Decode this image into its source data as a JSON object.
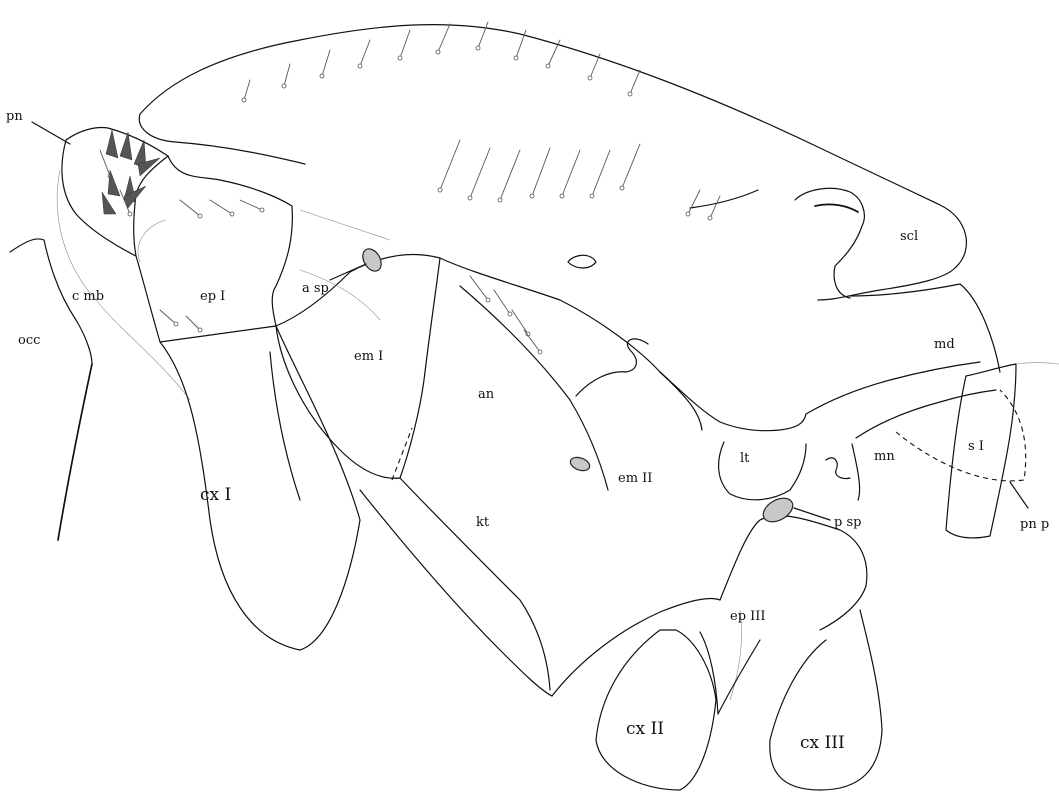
{
  "figure": {
    "labels": {
      "pn": "pn",
      "c_mb": "c mb",
      "occ": "occ",
      "ep_I": "ep I",
      "a_sp": "a sp",
      "em_I": "em I",
      "an": "an",
      "cx_I": "cx I",
      "kt": "kt",
      "em_II": "em II",
      "lt": "lt",
      "p_sp": "p sp",
      "ep_III": "ep III",
      "cx_II": "cx II",
      "cx_III": "cx III",
      "scl": "scl",
      "md": "md",
      "mn": "mn",
      "s_I": "s I",
      "pn_p": "pn p"
    }
  }
}
